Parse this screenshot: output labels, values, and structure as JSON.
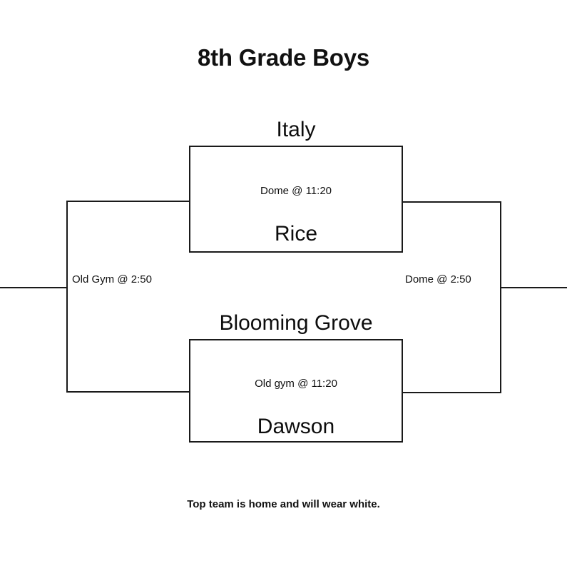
{
  "title": "8th Grade Boys",
  "footer_note": "Top team is home and will wear white.",
  "colors": {
    "line": "#1a1a1a",
    "text": "#111111",
    "background": "#ffffff"
  },
  "bracket": {
    "semifinals": [
      {
        "id": "semifinal-top",
        "top_team": "Italy",
        "bottom_team": "Rice",
        "venue_time": "Dome @ 11:20"
      },
      {
        "id": "semifinal-bottom",
        "top_team": "Blooming Grove",
        "bottom_team": "Dawson",
        "venue_time": "Old gym @ 11:20"
      }
    ],
    "left_round": {
      "venue_time": "Old Gym @ 2:50"
    },
    "right_round": {
      "venue_time": "Dome @ 2:50"
    }
  }
}
